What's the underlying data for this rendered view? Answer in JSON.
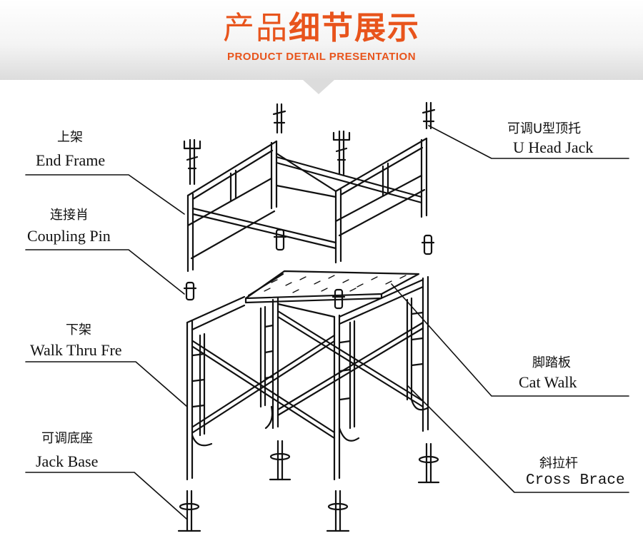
{
  "header": {
    "title_part1": "产品",
    "title_part2": "细节展示",
    "subtitle": "PRODUCT DETAIL PRESENTATION"
  },
  "colors": {
    "accent": "#e8541c",
    "line": "#111111"
  },
  "labels": {
    "end_frame": {
      "cn": "上架",
      "en": "End Frame"
    },
    "coupling_pin": {
      "cn": "连接肖",
      "en": "Coupling Pin"
    },
    "walk_thru": {
      "cn": "下架",
      "en": "Walk Thru Fre"
    },
    "jack_base": {
      "cn": "可调底座",
      "en": "Jack Base"
    },
    "u_head_jack": {
      "cn": "可调U型顶托",
      "en": "U Head Jack"
    },
    "cat_walk": {
      "cn": "脚踏板",
      "en": "Cat Walk"
    },
    "cross_brace": {
      "cn": "斜拉杆",
      "en": "Cross Brace"
    }
  }
}
